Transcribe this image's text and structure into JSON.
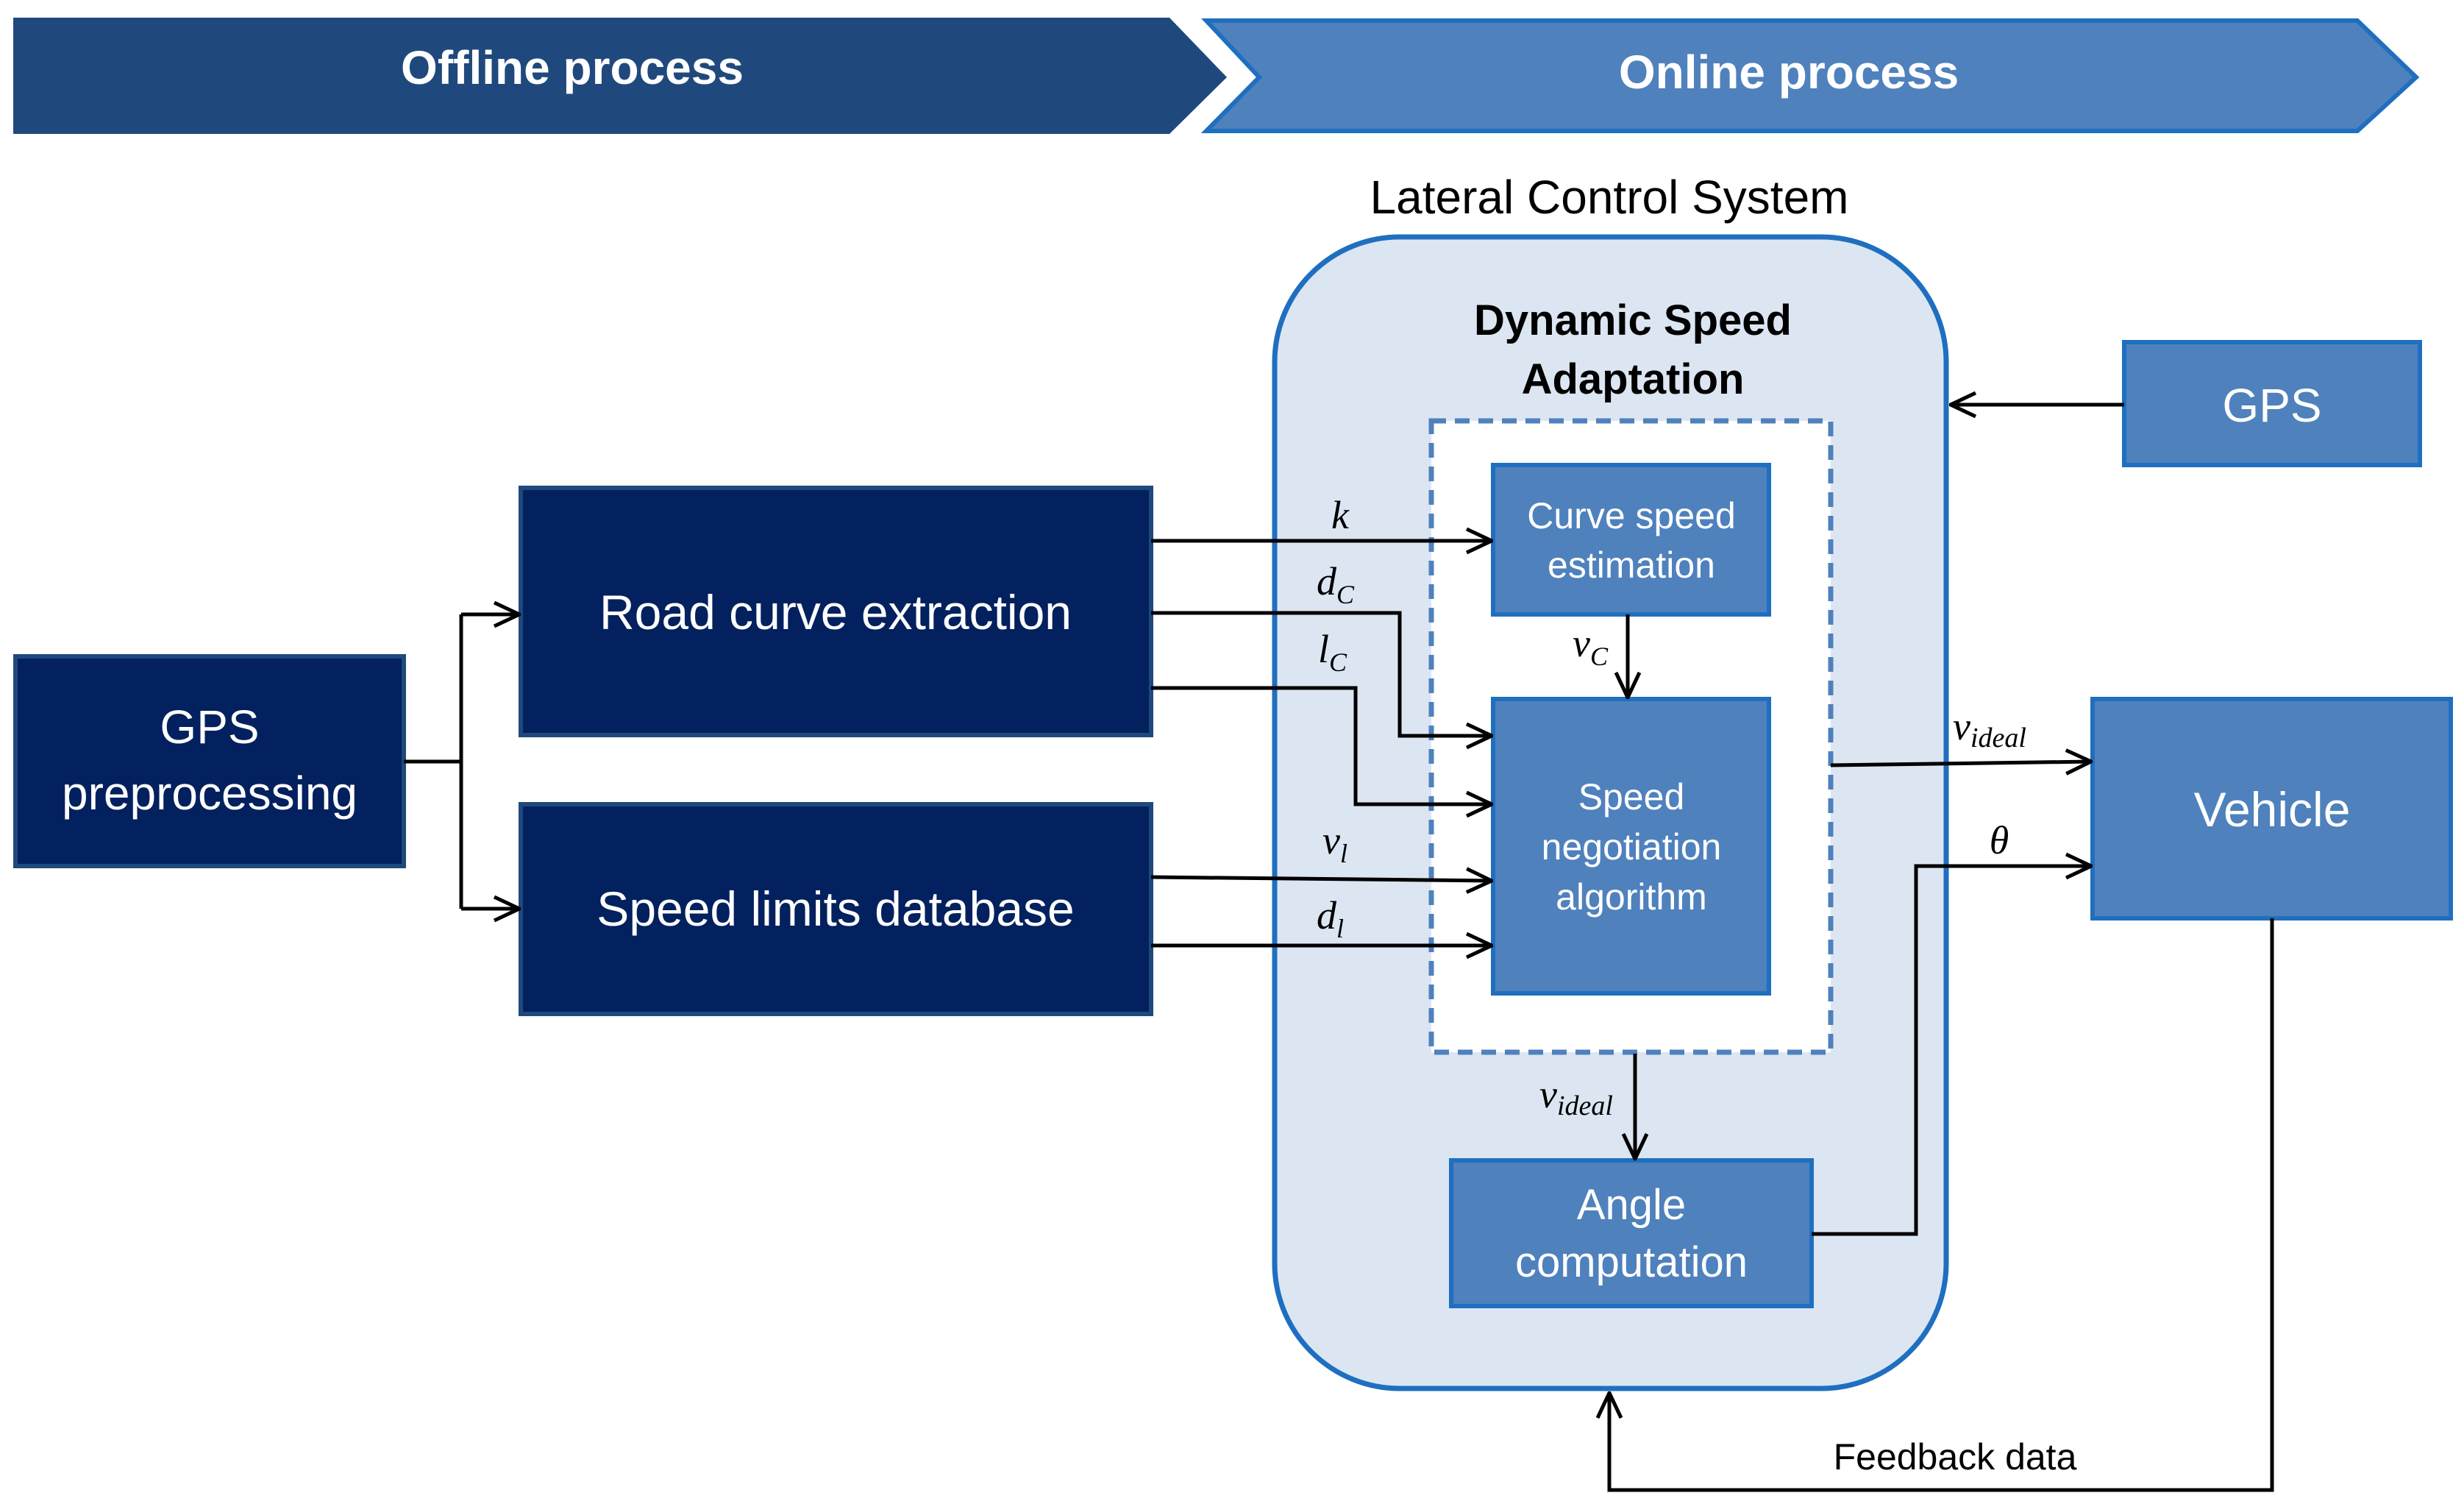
{
  "banners": {
    "offline": "Offline process",
    "online": "Online process"
  },
  "system_title": "Lateral Control System",
  "dsa_title_line1": "Dynamic Speed",
  "dsa_title_line2": "Adaptation",
  "blocks": {
    "gps_preprocessing_line1": "GPS",
    "gps_preprocessing_line2": "preprocessing",
    "road_curve_extraction": "Road curve extraction",
    "speed_limits_database": "Speed limits database",
    "curve_speed_line1": "Curve speed",
    "curve_speed_line2": "estimation",
    "speed_negotiation_line1": "Speed",
    "speed_negotiation_line2": "negotiation",
    "speed_negotiation_line3": "algorithm",
    "angle_computation_line1": "Angle",
    "angle_computation_line2": "computation",
    "gps": "GPS",
    "vehicle": "Vehicle"
  },
  "signals": {
    "k": "k",
    "dc_base": "d",
    "dc_sub": "C",
    "lc_base": "l",
    "lc_sub": "C",
    "vl_base": "v",
    "vl_sub": "l",
    "dl_base": "d",
    "dl_sub": "l",
    "vc_base": "v",
    "vc_sub": "C",
    "videal_base": "v",
    "videal_sub": "ideal",
    "theta": "θ"
  },
  "feedback_label": "Feedback data",
  "colors": {
    "dark_navy": "#03215e",
    "banner_dark": "#1f497d",
    "banner_light": "#4f81bd",
    "block_blue": "#4f81bd",
    "block_border": "#1f6fc0",
    "system_fill": "#dce6f2",
    "system_border": "#1f6fc0",
    "arrow": "#000000"
  }
}
